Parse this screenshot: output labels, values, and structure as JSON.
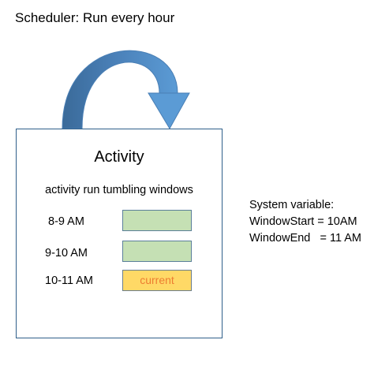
{
  "scheduler": {
    "label": "Scheduler: Run every hour"
  },
  "activity": {
    "title": "Activity",
    "subtitle": "activity run tumbling windows",
    "windows": [
      {
        "label": "8-9 AM",
        "state": "",
        "color": "#c5e0b4"
      },
      {
        "label": "9-10 AM",
        "state": "",
        "color": "#c5e0b4"
      },
      {
        "label": "10-11 AM",
        "state": "current",
        "color": "#ffd966"
      }
    ]
  },
  "system_variables": {
    "header": "System variable:",
    "window_start": "WindowStart = 10AM",
    "window_end": "WindowEnd   = 11 AM"
  },
  "colors": {
    "arrow_light": "#5b9bd5",
    "arrow_dark": "#3a6a99",
    "box_border": "#2f5f8a",
    "current_text": "#ed7d31"
  }
}
